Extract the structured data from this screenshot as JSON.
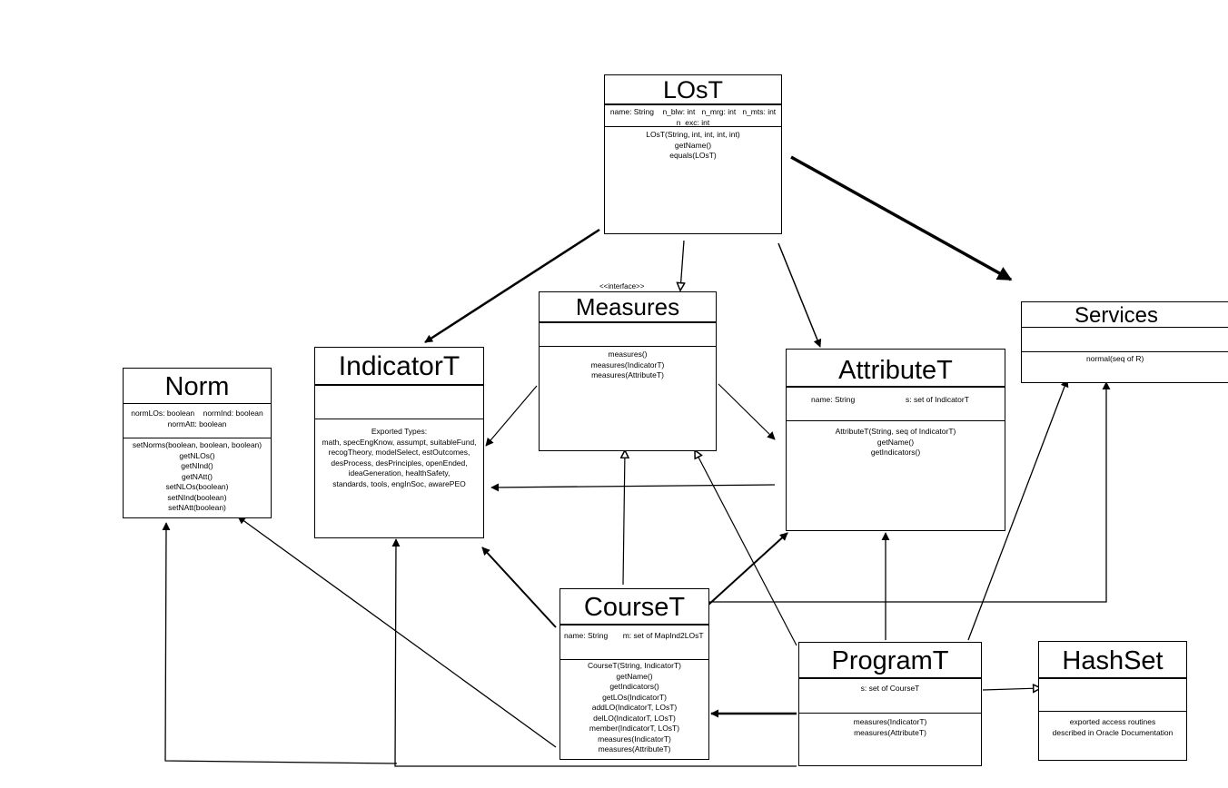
{
  "classes": {
    "lost": {
      "name": "LOsT",
      "attributes": [
        "name: String    n_blw: int   n_mrg: int   n_mts: int",
        "n_exc: int"
      ],
      "methods": [
        "LOsT(String, int, int, int, int)",
        "getName()",
        "equals(LOsT)"
      ]
    },
    "measures": {
      "stereotype": "<<interface>>",
      "name": "Measures",
      "methods": [
        "measures()",
        "measures(IndicatorT)",
        "measures(AttributeT)"
      ]
    },
    "services": {
      "name": "Services",
      "methods": [
        "normal(seq of R)"
      ]
    },
    "norm": {
      "name": "Norm",
      "attributes": [
        "normLOs: boolean    normInd: boolean",
        "normAtt: boolean"
      ],
      "methods": [
        "setNorms(boolean, boolean, boolean)",
        "getNLOs()",
        "getNInd()",
        "getNAtt()",
        "setNLOs(boolean)",
        "setNInd(boolean)",
        "setNAtt(boolean)"
      ]
    },
    "indicator": {
      "name": "IndicatorT",
      "methods": [
        "Exported Types:",
        "math, specEngKnow, assumpt, suitableFund,",
        "recogTheory, modelSelect, estOutcomes,",
        "desProcess, desPrinciples, openEnded,",
        "ideaGeneration, healthSafety,",
        "standards, tools, engInSoc, awarePEO"
      ]
    },
    "attribute": {
      "name": "AttributeT",
      "attr_name": "name: String",
      "attr_s": "s: set of IndicatorT",
      "methods": [
        "AttributeT(String, seq of IndicatorT)",
        "getName()",
        "getIndicators()"
      ]
    },
    "course": {
      "name": "CourseT",
      "attributes": [
        "name: String       m: set of MapInd2LOsT"
      ],
      "methods": [
        "CourseT(String, IndicatorT)",
        "getName()",
        "getIndicators()",
        "getLOs(IndicatorT)",
        "addLO(IndicatorT, LOsT)",
        "delLO(IndicatorT, LOsT)",
        "member(IndicatorT, LOsT)",
        "measures(IndicatorT)",
        "measures(AttributeT)"
      ]
    },
    "program": {
      "name": "ProgramT",
      "attributes": [
        "s: set of CourseT"
      ],
      "methods": [
        "measures(IndicatorT)",
        "measures(AttributeT)"
      ]
    },
    "hashset": {
      "name": "HashSet",
      "methods": [
        "exported access routines",
        "described in Oracle Documentation"
      ]
    }
  }
}
